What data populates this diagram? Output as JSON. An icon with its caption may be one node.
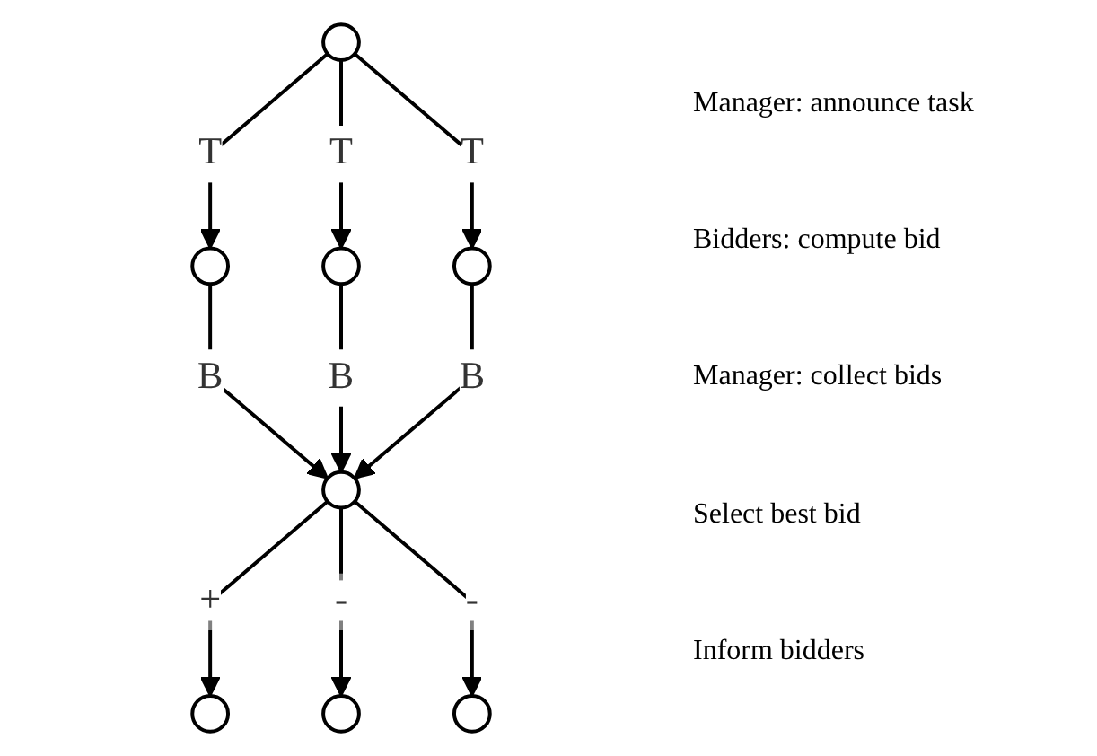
{
  "diagram": {
    "nodes": [
      {
        "text": [],
        "shape": "circle"
      },
      {
        "text": [],
        "shape": "circle"
      },
      {
        "text": [],
        "shape": "circle"
      },
      {
        "text": [],
        "shape": "circle"
      },
      {
        "text": [],
        "shape": "circle"
      },
      {
        "text": [],
        "shape": "circle"
      },
      {
        "text": [],
        "shape": "circle"
      },
      {
        "text": [],
        "shape": "circle"
      }
    ],
    "edges": [
      {
        "from": 0,
        "to": 1,
        "arrow": "to",
        "label": "T"
      },
      {
        "from": 0,
        "to": 2,
        "arrow": "to",
        "label": "T"
      },
      {
        "from": 0,
        "to": 3,
        "arrow": "to",
        "label": "T"
      },
      {
        "from": 1,
        "to": 4,
        "arrow": "to",
        "label": "B"
      },
      {
        "from": 2,
        "to": 4,
        "arrow": "to",
        "label": "B"
      },
      {
        "from": 3,
        "to": 4,
        "arrow": "to",
        "label": "B"
      },
      {
        "from": 4,
        "to": 5,
        "arrow": "to",
        "label": "+"
      },
      {
        "from": 4,
        "to": 6,
        "arrow": "to",
        "label": "-"
      },
      {
        "from": 4,
        "to": 7,
        "arrow": "to",
        "label": "-"
      }
    ],
    "labels": [
      "Manager: announce task",
      "Bidders: compute bid",
      "Manager: collect bids",
      "Select best bid",
      "Inform bidders"
    ]
  }
}
